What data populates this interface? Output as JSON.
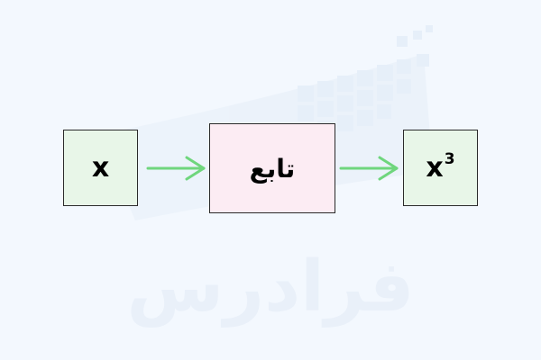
{
  "diagram": {
    "input_label": "x",
    "function_label": "تابع",
    "output_base": "x",
    "output_exponent": "3"
  },
  "watermark": {
    "text": "فرادرس"
  },
  "colors": {
    "background": "#f3f8fe",
    "io_box_fill": "#e8f6e8",
    "function_box_fill": "#fcecf3",
    "arrow": "#6fd67d"
  }
}
